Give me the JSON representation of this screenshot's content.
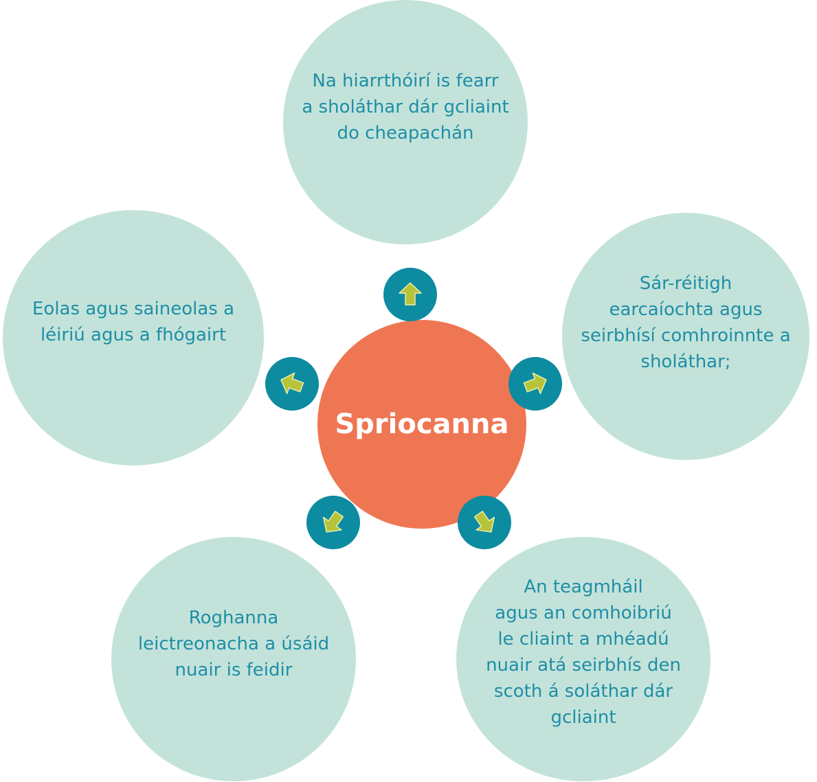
{
  "colors": {
    "circle_fill": "#c3e3da",
    "goal_text": "#1f8ea6",
    "center_fill": "#ef7653",
    "arrow_bg": "#0d8ba0",
    "arrow_fill": "#b7c43b"
  },
  "center": {
    "label": "Spriocanna"
  },
  "goals": {
    "top": "Na hiarrthóirí is fearr\na sholáthar dár gcliaint\ndo cheapachán",
    "right": "Sár-réitigh\nearcaíochta agus\nseirbhísí comhroinnte a\nsholáthar;",
    "left": "Eolas agus saineolas a\nléiriú agus a fhógairt",
    "bottom_left": "Roghanna\nleictreonacha a úsáid\nnuair is feidir",
    "bottom_right": "An teagmháil\nagus an comhoibriú\nle cliaint a mhéadú\nnuair atá seirbhís den\nscoth á soláthar dár\ngcliaint"
  },
  "arrows": [
    {
      "name": "arrow-up-icon"
    },
    {
      "name": "arrow-up-right-icon"
    },
    {
      "name": "arrow-up-left-icon"
    },
    {
      "name": "arrow-down-left-icon"
    },
    {
      "name": "arrow-down-right-icon"
    }
  ]
}
